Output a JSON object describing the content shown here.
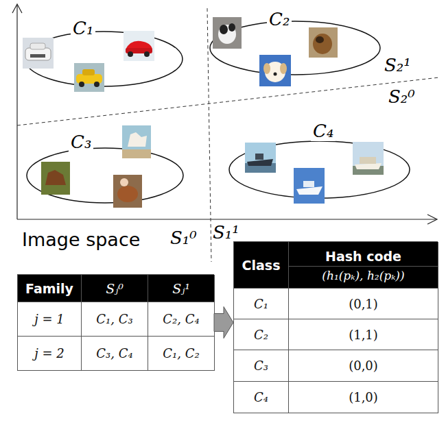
{
  "diagram": {
    "nodes": [
      {
        "text": [
          "C₁"
        ]
      },
      {
        "text": [
          "C₂"
        ]
      },
      {
        "text": [
          "C₃"
        ]
      },
      {
        "text": [
          "C₄"
        ]
      },
      {
        "text": [
          "Family",
          "Sⱼ⁰",
          "Sⱼ¹",
          "j = 1",
          "C₁, C₃",
          "C₂, C₄",
          "j = 2",
          "C₃, C₄",
          "C₁, C₂"
        ]
      },
      {
        "text": [
          "Class",
          "Hash code",
          "(h₁(pₖ), h₂(pₖ))",
          "C₁",
          "(0,1)",
          "C₂",
          "(1,1)",
          "C₃",
          "(0,0)",
          "C₄",
          "(1,0)"
        ]
      }
    ],
    "edges": [
      {
        "from": 4,
        "to": 5,
        "arrow": "to"
      }
    ],
    "labels": [
      "S₂¹",
      "S₂⁰",
      "Image space",
      "S₁⁰",
      "S₁¹"
    ]
  }
}
